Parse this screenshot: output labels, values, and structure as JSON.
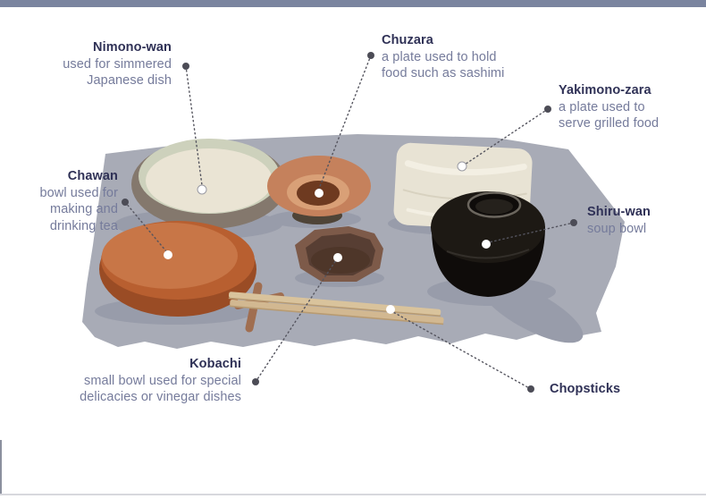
{
  "colors": {
    "page_bg": "#ffffff",
    "top_bar": "#7a849f",
    "bottom_rule": "#d7d8dd",
    "left_edge": "#8b909e",
    "title_text": "#2f3156",
    "description_text": "#757b9b",
    "leader_line": "#54545e",
    "anchor_dark": "#4c4c56",
    "anchor_white": "#ffffff",
    "anchor_white_ring": "#9a9aa2",
    "mat": "#a8abb6",
    "mat_shadow": "#989caa",
    "nimono_outer": "#84786d",
    "nimono_rim": "#cdd1bc",
    "nimono_inner": "#eae4d4",
    "chuzara_outer": "#c5815c",
    "chuzara_ring": "#d9a077",
    "chuzara_center": "#6e3a20",
    "chuzara_foot": "#4f4437",
    "plate": "#e8e3d4",
    "plate_highlight": "#f3efe3",
    "plate_shade": "#d8d2c0",
    "chawan_inner": "#c87647",
    "chawan_inner_dark": "#b85f30",
    "chawan_outer": "#9a4c25",
    "shiru_body": "#0f0c0a",
    "shiru_lid": "#1d1914",
    "shiru_rim": "#6b665e",
    "kobachi_outer": "#7d5a49",
    "kobachi_inner": "#573e33",
    "kobachi_depth": "#4e3629",
    "chopstick": "#d9c39c",
    "chopstick2": "#d2b891",
    "chopstick_edge": "#b89b72",
    "rest": "#a06e50"
  },
  "labels": [
    {
      "title": "Nimono-wan",
      "description": "used for simmered\nJapanese dish"
    },
    {
      "title": "Chuzara",
      "description": "a plate used to hold\nfood such as sashimi"
    },
    {
      "title": "Yakimono-zara",
      "description": "a plate used to\nserve grilled food"
    },
    {
      "title": "Chawan",
      "description": "bowl used for\nmaking and\ndrinking tea"
    },
    {
      "title": "Shiru-wan",
      "description": "soup bowl"
    },
    {
      "title": "Kobachi",
      "description": "small bowl used for special\ndelicacies or vinegar dishes"
    },
    {
      "title": "Chopsticks",
      "description": ""
    }
  ]
}
